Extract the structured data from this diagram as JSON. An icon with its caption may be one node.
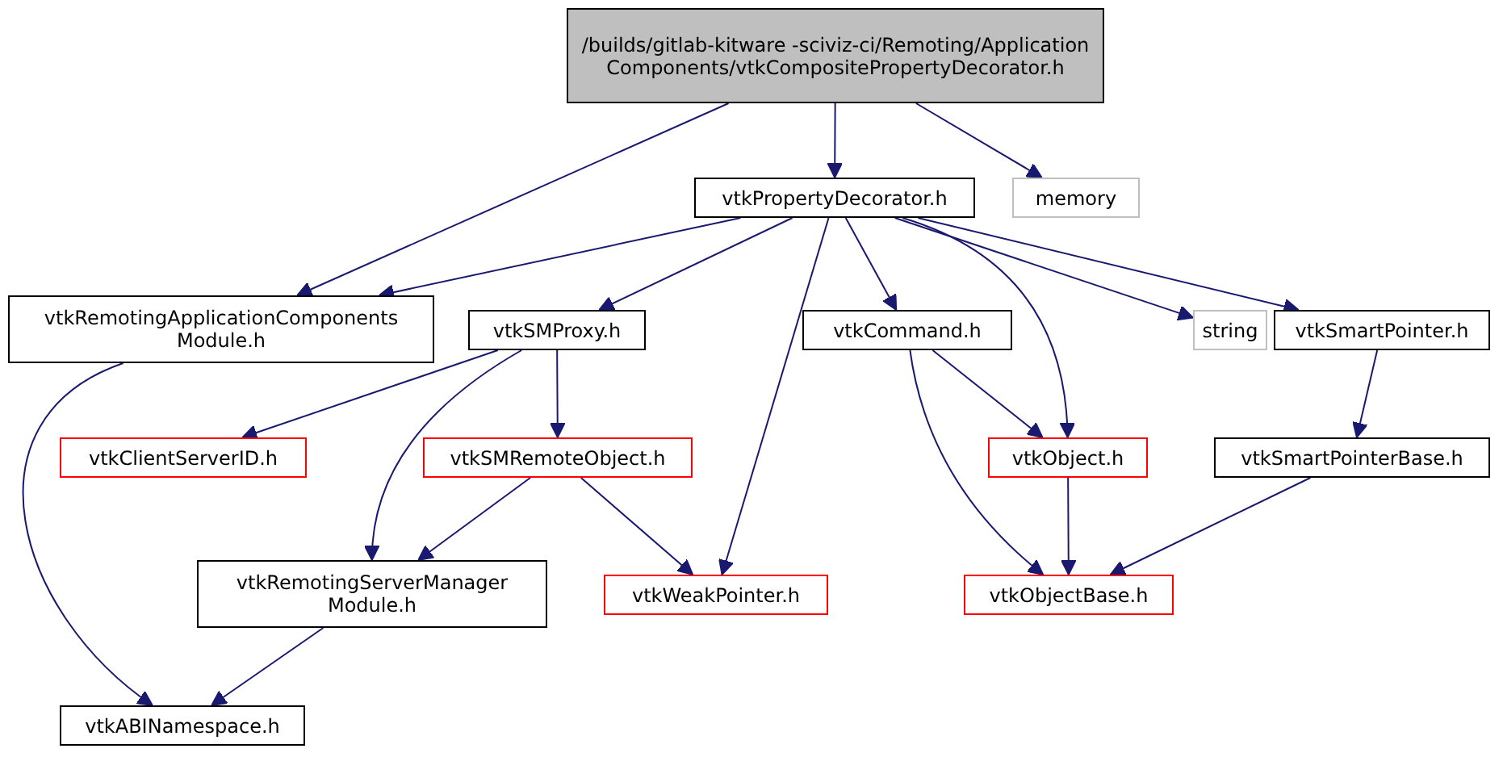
{
  "diagram": {
    "nodes": [
      {
        "text": [
          "/builds/gitlab-kitware -sciviz-ci/Remoting/Application Components/vtkCompositePropertyDecorator.h"
        ]
      },
      {
        "text": [
          "vtkPropertyDecorator.h"
        ]
      },
      {
        "text": [
          "memory"
        ]
      },
      {
        "text": [
          "vtkRemotingApplicationComponents Module.h"
        ]
      },
      {
        "text": [
          "vtkSMProxy.h"
        ]
      },
      {
        "text": [
          "vtkCommand.h"
        ]
      },
      {
        "text": [
          "string"
        ]
      },
      {
        "text": [
          "vtkSmartPointer.h"
        ]
      },
      {
        "text": [
          "vtkClientServerID.h"
        ]
      },
      {
        "text": [
          "vtkSMRemoteObject.h"
        ]
      },
      {
        "text": [
          "vtkObject.h"
        ]
      },
      {
        "text": [
          "vtkSmartPointerBase.h"
        ]
      },
      {
        "text": [
          "vtkRemotingServerManager Module.h"
        ]
      },
      {
        "text": [
          "vtkWeakPointer.h"
        ]
      },
      {
        "text": [
          "vtkObjectBase.h"
        ]
      },
      {
        "text": [
          "vtkABINamespace.h"
        ]
      }
    ],
    "edges": [
      {
        "from": 0,
        "to": 3,
        "arrow": "to"
      },
      {
        "from": 0,
        "to": 1,
        "arrow": "to"
      },
      {
        "from": 0,
        "to": 2,
        "arrow": "to"
      },
      {
        "from": 1,
        "to": 3,
        "arrow": "to"
      },
      {
        "from": 1,
        "to": 4,
        "arrow": "to"
      },
      {
        "from": 1,
        "to": 13,
        "arrow": "to"
      },
      {
        "from": 1,
        "to": 5,
        "arrow": "to"
      },
      {
        "from": 1,
        "to": 10,
        "arrow": "to"
      },
      {
        "from": 1,
        "to": 6,
        "arrow": "to"
      },
      {
        "from": 1,
        "to": 7,
        "arrow": "to"
      },
      {
        "from": 3,
        "to": 15,
        "arrow": "to"
      },
      {
        "from": 4,
        "to": 8,
        "arrow": "to"
      },
      {
        "from": 4,
        "to": 9,
        "arrow": "to"
      },
      {
        "from": 4,
        "to": 12,
        "arrow": "to"
      },
      {
        "from": 9,
        "to": 12,
        "arrow": "to"
      },
      {
        "from": 9,
        "to": 13,
        "arrow": "to"
      },
      {
        "from": 5,
        "to": 10,
        "arrow": "to"
      },
      {
        "from": 5,
        "to": 14,
        "arrow": "to"
      },
      {
        "from": 10,
        "to": 14,
        "arrow": "to"
      },
      {
        "from": 7,
        "to": 11,
        "arrow": "to"
      },
      {
        "from": 11,
        "to": 14,
        "arrow": "to"
      },
      {
        "from": 12,
        "to": 15,
        "arrow": "to"
      }
    ]
  }
}
